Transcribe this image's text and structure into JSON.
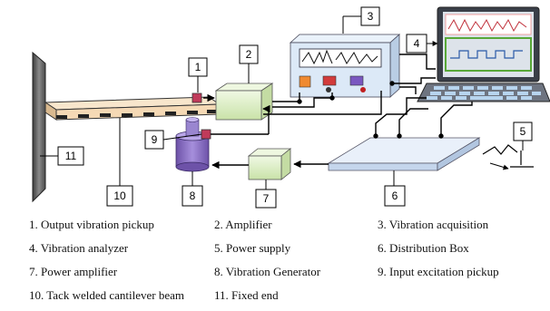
{
  "labels": {
    "n1": "1",
    "n2": "2",
    "n3": "3",
    "n4": "4",
    "n5": "5",
    "n6": "6",
    "n7": "7",
    "n8": "8",
    "n9": "9",
    "n10": "10",
    "n11": "11"
  },
  "legend": [
    "1. Output vibration pickup",
    "2. Amplifier",
    "3. Vibration acquisition",
    "4. Vibration analyzer",
    "5. Power supply",
    "6. Distribution Box",
    "7. Power amplifier",
    "8. Vibration Generator",
    "9. Input excitation pickup",
    "10. Tack welded cantilever beam",
    "11. Fixed end"
  ],
  "colors": {
    "beam": "#f5d9b5",
    "fixed_end": "#5a5a5a",
    "box_green": "#dff0c8",
    "acquisition_body": "#dce9f7",
    "generator": "#8e74c2",
    "laptop_screen": "#dde3ea",
    "laptop_base": "#6e7480",
    "distribution_box": "#e3ecf8",
    "pickup": "#c03a5a"
  }
}
